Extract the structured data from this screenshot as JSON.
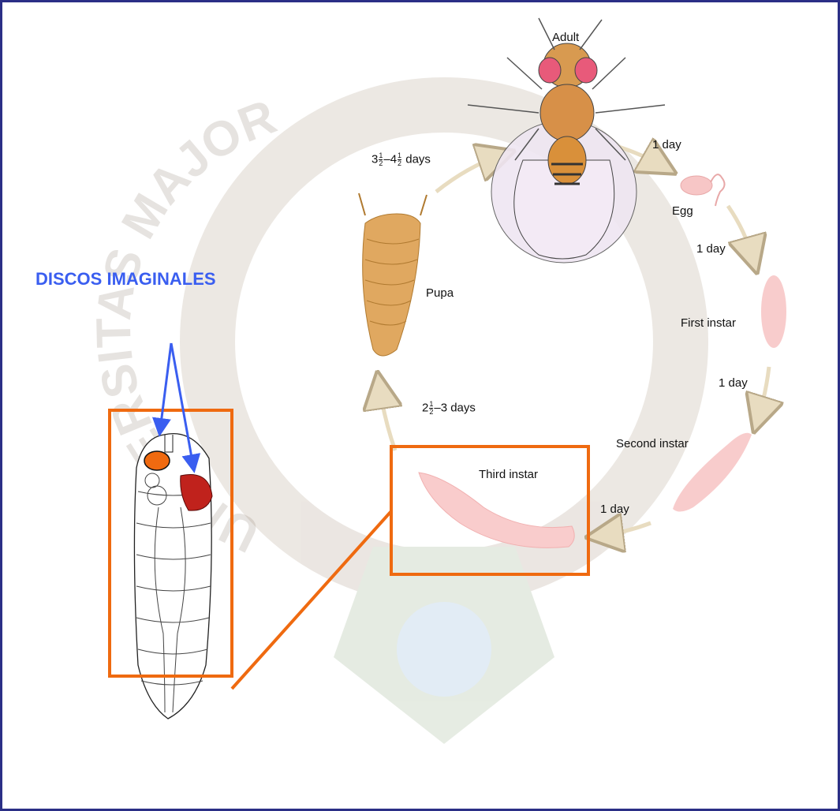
{
  "heading": "DISCOS IMAGINALES",
  "watermark_text": "UNIVERSITAS MAJOR",
  "stages": {
    "adult": "Adult",
    "egg": "Egg",
    "first_instar": "First instar",
    "second_instar": "Second instar",
    "third_instar": "Third instar",
    "pupa": "Pupa"
  },
  "durations": {
    "adult_to_egg": "1 day",
    "egg_to_first": "1 day",
    "first_to_second": "1 day",
    "second_to_third": "1 day",
    "third_to_pupa": {
      "whole": "2",
      "num": "1",
      "den": "2",
      "rest": "–3 days"
    },
    "pupa_to_adult": {
      "whole_a": "3",
      "num_a": "1",
      "den_a": "2",
      "dash": "–4",
      "num_b": "1",
      "den_b": "2",
      "rest": " days"
    }
  },
  "colors": {
    "border": "#2b2f86",
    "highlight": "#ef6a10",
    "heading": "#3a5ef0",
    "arrow_annotation": "#3a5ef0",
    "larva_pink": "#f7c6c6",
    "pupa_tan": "#e0a860",
    "disc_red": "#c0221c",
    "disc_orange": "#f06a10"
  }
}
